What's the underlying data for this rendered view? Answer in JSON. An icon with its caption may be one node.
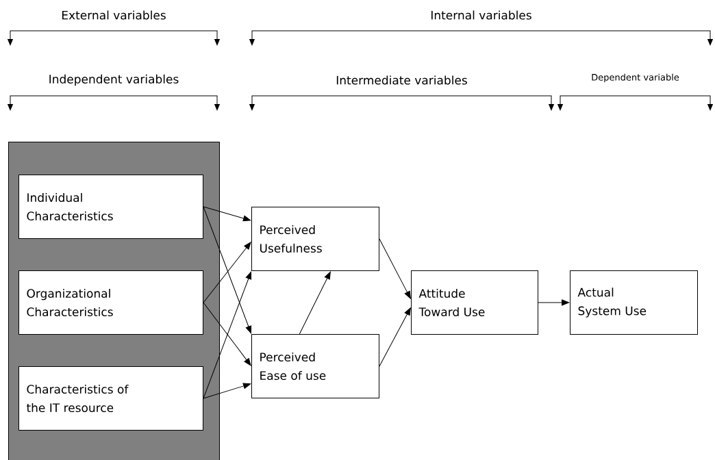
{
  "diagram": {
    "nodes": [
      {
        "text": [],
        "shape": "box"
      },
      {
        "text": [
          "Individual Characteristics"
        ],
        "in": 0
      },
      {
        "text": [
          "Organizational Characteristics"
        ],
        "in": 0
      },
      {
        "text": [
          "Characteristics of the IT resource"
        ],
        "in": 0
      },
      {
        "text": [
          "Perceived Usefulness"
        ]
      },
      {
        "text": [
          "Perceived Ease of use"
        ]
      },
      {
        "text": [
          "Attitude Toward Use"
        ]
      },
      {
        "text": [
          "Actual System Use"
        ]
      }
    ],
    "edges": [
      {
        "from": 1,
        "to": 4,
        "arrow": "to"
      },
      {
        "from": 1,
        "to": 5,
        "arrow": "to"
      },
      {
        "from": 2,
        "to": 4,
        "arrow": "to"
      },
      {
        "from": 2,
        "to": 5,
        "arrow": "to"
      },
      {
        "from": 3,
        "to": 4,
        "arrow": "to"
      },
      {
        "from": 3,
        "to": 5,
        "arrow": "to"
      },
      {
        "from": 5,
        "to": 4,
        "arrow": "to"
      },
      {
        "from": 4,
        "to": 6,
        "arrow": "to"
      },
      {
        "from": 5,
        "to": 6,
        "arrow": "to"
      },
      {
        "from": 6,
        "to": 7,
        "arrow": "to"
      }
    ],
    "labels": [
      "External variables",
      "Internal variables",
      "Independent variables",
      "Intermediate variables",
      "Dependent variable"
    ]
  }
}
